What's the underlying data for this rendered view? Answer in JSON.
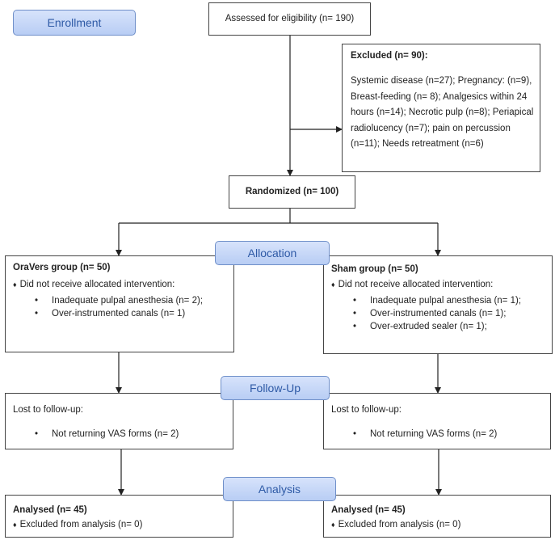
{
  "stages": {
    "enrollment": "Enrollment",
    "allocation": "Allocation",
    "followup": "Follow-Up",
    "analysis": "Analysis"
  },
  "assessed": "Assessed for eligibility (n= 190)",
  "excluded": {
    "title": "Excluded (n= 90):",
    "body": "Systemic disease (n=27); Pregnancy: (n=9), Breast-feeding (n= 8); Analgesics within 24 hours (n=14); Necrotic pulp (n=8); Periapical radiolucency (n=7); pain on percussion (n=11); Needs retreatment (n=6)"
  },
  "randomized": "Randomized (n= 100)",
  "allocation": {
    "oravers": {
      "title": "OraVers group (n= 50)",
      "subtitle": "Did not receive allocated intervention:",
      "items": [
        "Inadequate pulpal anesthesia (n= 2);",
        "Over-instrumented canals (n= 1)"
      ]
    },
    "sham": {
      "title": "Sham group (n= 50)",
      "subtitle": "Did not receive allocated intervention:",
      "items": [
        "Inadequate pulpal anesthesia (n= 1);",
        "Over-instrumented canals (n= 1);",
        "Over-extruded sealer (n= 1);"
      ]
    }
  },
  "followup": {
    "left": {
      "title": "Lost to follow-up:",
      "items": [
        "Not returning VAS forms (n= 2)"
      ]
    },
    "right": {
      "title": "Lost to follow-up:",
      "items": [
        "Not returning VAS forms (n= 2)"
      ]
    }
  },
  "analysis": {
    "left": {
      "title": "Analysed  (n= 45)",
      "excluded": "Excluded from analysis (n= 0)"
    },
    "right": {
      "title": "Analysed  (n= 45)",
      "excluded": "Excluded from analysis (n= 0)"
    }
  }
}
